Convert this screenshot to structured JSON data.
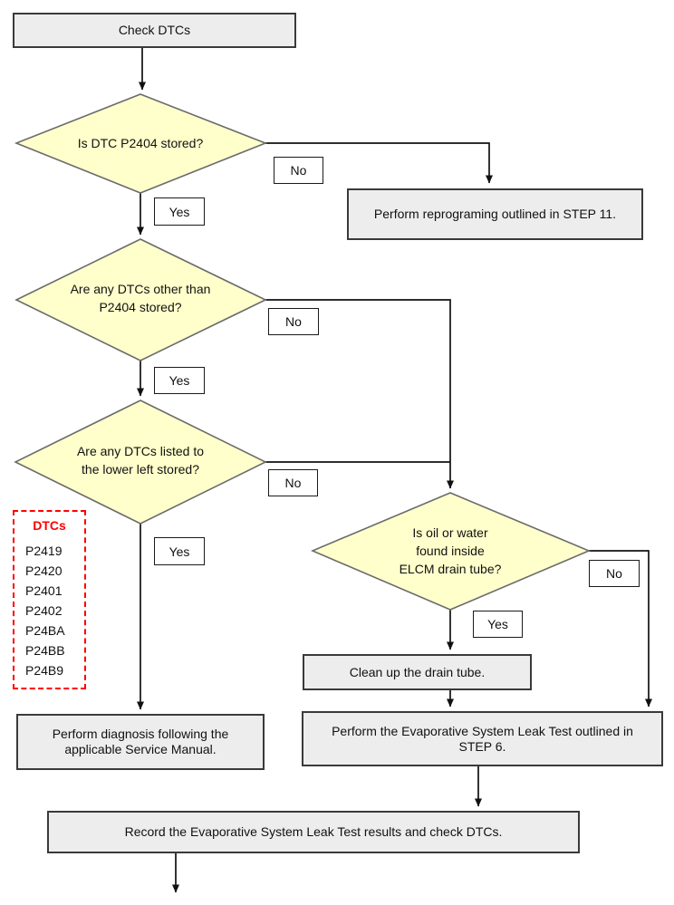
{
  "palette": {
    "process_fill": "#ededed",
    "process_border": "#3a3a3a",
    "decision_fill": "#ffffcc",
    "decision_border": "#6b6b6b",
    "dtc_red": "#ff0000",
    "line_color": "#111111"
  },
  "edge_labels": {
    "yes": "Yes",
    "no": "No"
  },
  "nodes": {
    "start": {
      "label": "Check DTCs"
    },
    "decision_p2404": {
      "label": "Is DTC P2404 stored?"
    },
    "reprogram": {
      "label": "Perform reprograming outlined in STEP 11."
    },
    "decision_other_dtcs": {
      "lines": [
        "Are any DTCs other than",
        "P2404 stored?"
      ]
    },
    "decision_listed_dtcs": {
      "lines": [
        "Are any DTCs listed to",
        "the lower left stored?"
      ]
    },
    "decision_oil_water": {
      "lines": [
        "Is oil or water",
        "found inside",
        "ELCM drain tube?"
      ]
    },
    "clean_tube": {
      "label": "Clean up the drain tube."
    },
    "diagnosis": {
      "lines": [
        "Perform diagnosis following the",
        "applicable Service Manual."
      ]
    },
    "leak_test": {
      "lines": [
        "Perform the Evaporative System Leak Test outlined in",
        "STEP 6."
      ]
    },
    "record": {
      "label": "Record the Evaporative System Leak Test results and check DTCs."
    }
  },
  "dtc_list": {
    "title": "DTCs",
    "codes": [
      "P2419",
      "P2420",
      "P2401",
      "P2402",
      "P24BA",
      "P24BB",
      "P24B9"
    ]
  }
}
